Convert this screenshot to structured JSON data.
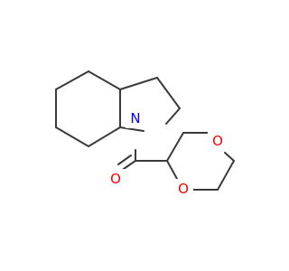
{
  "molecule": {
    "atoms": {
      "N1": {
        "label": "N",
        "color": "#0000ff"
      },
      "O_carbonyl": {
        "label": "O",
        "color": "#ff0000"
      },
      "O_ring1": {
        "label": "O",
        "color": "#ff0000"
      },
      "O_ring2": {
        "label": "O",
        "color": "#ff0000"
      }
    }
  },
  "colors": {
    "bond": "#3a3a3a",
    "background": "#ffffff"
  }
}
